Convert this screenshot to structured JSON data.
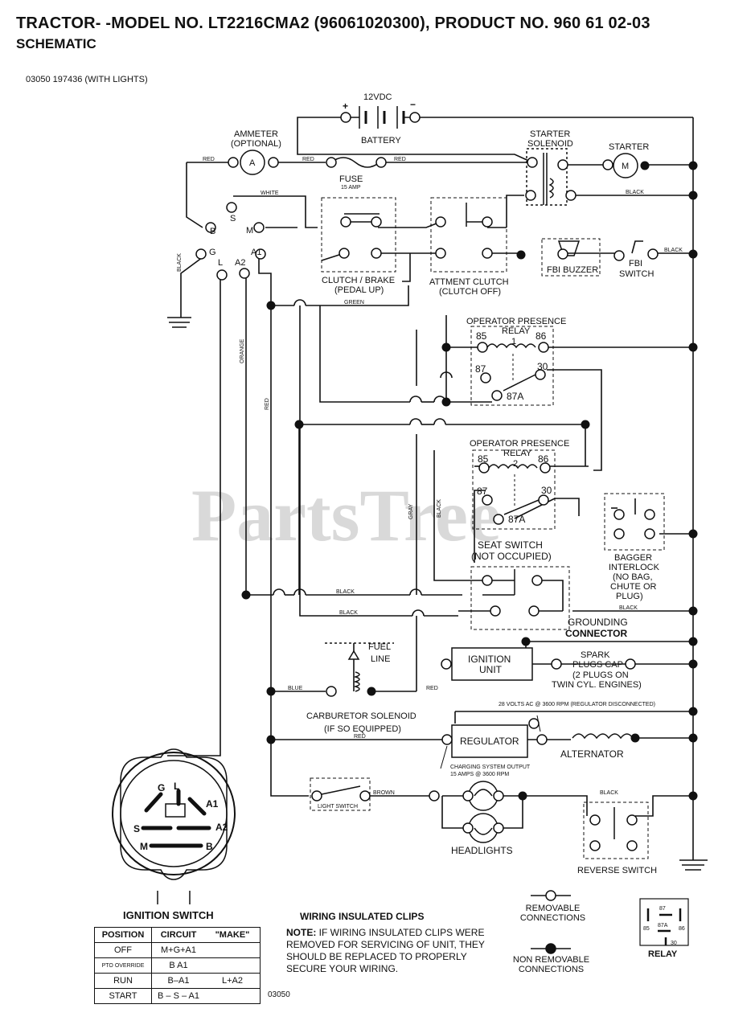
{
  "header": {
    "title": "TRACTOR- -MODEL NO. LT2216CMA2 (96061020300), PRODUCT NO. 960 61 02-03",
    "subtitle": "SCHEMATIC",
    "docref": "03050  197436 (WITH LIGHTS)"
  },
  "watermark": "PartsTree",
  "components": {
    "battery": "BATTERY",
    "battery_voltage": "12VDC",
    "battery_plus": "+",
    "battery_minus": "−",
    "ammeter": "AMMETER",
    "ammeter_note": "(OPTIONAL)",
    "ammeter_symbol": "A",
    "fuse": "FUSE",
    "fuse_rating": "15 AMP",
    "starter_solenoid_1": "STARTER",
    "starter_solenoid_2": "SOLENOID",
    "starter": "STARTER",
    "starter_symbol": "M",
    "clutch_brake_1": "CLUTCH / BRAKE",
    "clutch_brake_2": "(PEDAL UP)",
    "attmt_clutch_1": "ATTMENT CLUTCH",
    "attmt_clutch_2": "(CLUTCH OFF)",
    "fbi_buzzer": "FBI BUZZER",
    "fbi_switch_1": "FBI",
    "fbi_switch_2": "SWITCH",
    "op_relay1_1": "OPERATOR PRESENCE",
    "op_relay1_2": "RELAY",
    "op_relay1_3": "1",
    "op_relay2_1": "OPERATOR PRESENCE",
    "op_relay2_2": "RELAY",
    "op_relay2_3": "2",
    "pin85": "85",
    "pin86": "86",
    "pin87": "87",
    "pin30": "30",
    "pin87a": "87A",
    "seat_switch_1": "SEAT SWITCH",
    "seat_switch_2": "(NOT OCCUPIED)",
    "bagger_1": "BAGGER",
    "bagger_2": "INTERLOCK",
    "bagger_3": "(NO BAG,",
    "bagger_4": "CHUTE OR",
    "bagger_5": "PLUG)",
    "grounding_1": "GROUNDING",
    "grounding_2": "CONNECTOR",
    "ignition_unit_1": "IGNITION",
    "ignition_unit_2": "UNIT",
    "spark_1": "SPARK",
    "spark_2": "PLUGS CAP",
    "spark_3": "(2 PLUGS ON",
    "spark_4": "TWIN CYL. ENGINES)",
    "fuel_1": "FUEL",
    "fuel_2": "LINE",
    "carb_1": "CARBURETOR SOLENOID",
    "carb_2": "(IF SO EQUIPPED)",
    "regulator": "REGULATOR",
    "reg_note": "28 VOLTS AC @ 3600 RPM (REGULATOR DISCONNECTED)",
    "charging_1": "CHARGING SYSTEM OUTPUT",
    "charging_2": "15 AMPS @ 3600 RPM",
    "alternator": "ALTERNATOR",
    "light_switch": "LIGHT SWITCH",
    "headlights": "HEADLIGHTS",
    "reverse_switch": "REVERSE SWITCH"
  },
  "ignition_terminals": {
    "s": "S",
    "b": "B",
    "g": "G",
    "l": "L",
    "m": "M",
    "a1": "A1",
    "a2": "A2"
  },
  "wires": {
    "red": "RED",
    "white": "WHITE",
    "black": "BLACK",
    "green": "GREEN",
    "orange": "ORANGE",
    "gray": "GRAY",
    "blue": "BLUE",
    "brown": "BROWN"
  },
  "ignition_switch": {
    "title": "IGNITION SWITCH",
    "headers": [
      "POSITION",
      "CIRCUIT",
      "\"MAKE\""
    ],
    "rows": [
      [
        "OFF",
        "M+G+A1",
        ""
      ],
      [
        "PTO OVERRIDE",
        "B  A1",
        ""
      ],
      [
        "RUN",
        "B–A1",
        "L+A2"
      ],
      [
        "START",
        "B – S – A1",
        ""
      ]
    ],
    "dial": {
      "g": "G",
      "l": "L",
      "a1": "A1",
      "s": "S",
      "a2": "A2",
      "m": "M",
      "b": "B"
    }
  },
  "clips": {
    "title": "WIRING INSULATED CLIPS",
    "note_label": "NOTE:",
    "note_text": " IF WIRING INSULATED CLIPS WERE REMOVED FOR SERVICING OF UNIT, THEY SHOULD BE REPLACED TO PROPERLY SECURE YOUR WIRING."
  },
  "legend": {
    "removable_1": "REMOVABLE",
    "removable_2": "CONNECTIONS",
    "nonremovable_1": "NON REMOVABLE",
    "nonremovable_2": "CONNECTIONS"
  },
  "relay_legend": {
    "label": "RELAY",
    "p87": "87",
    "p87a": "87A",
    "p85": "85",
    "p86": "86",
    "p30": "30"
  },
  "footer_code": "03050"
}
